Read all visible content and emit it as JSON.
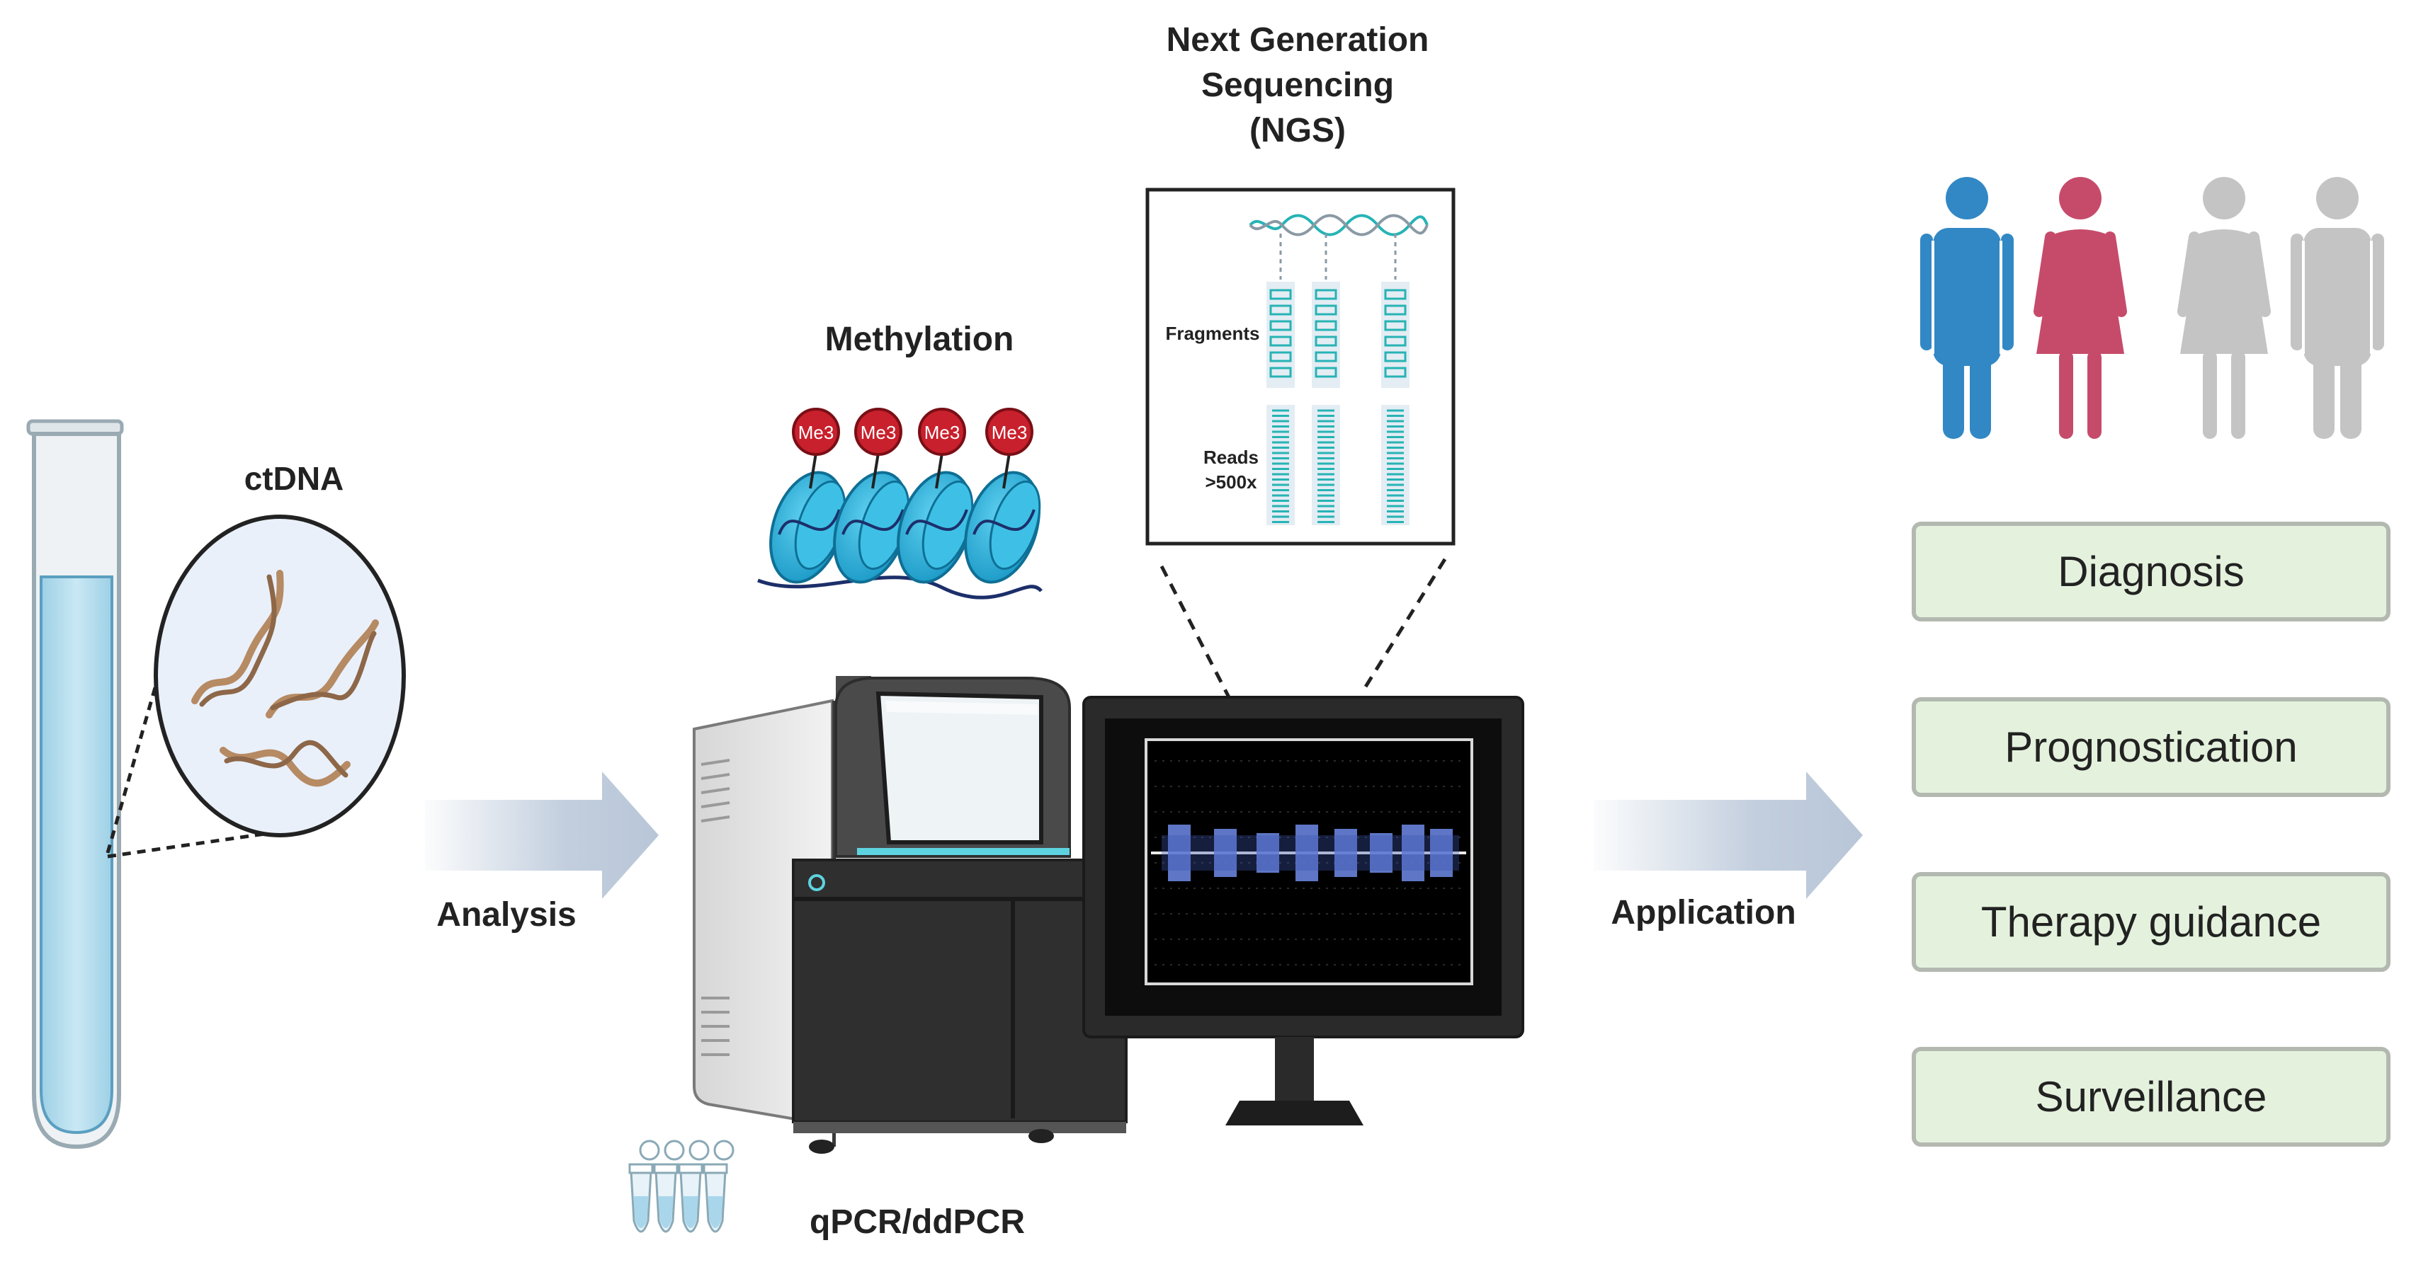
{
  "labels": {
    "ctdna": "ctDNA",
    "methylation": "Methylation",
    "ngs_line1": "Next Generation",
    "ngs_line2": "Sequencing",
    "ngs_line3": "(NGS)",
    "analysis": "Analysis",
    "application": "Application",
    "pcr": "qPCR/ddPCR",
    "fragments": "Fragments",
    "reads_line1": "Reads",
    "reads_line2": ">500x"
  },
  "methyl_tags": [
    "Me3",
    "Me3",
    "Me3",
    "Me3"
  ],
  "applications": [
    {
      "label": "Diagnosis"
    },
    {
      "label": "Prognostication"
    },
    {
      "label": "Therapy guidance"
    },
    {
      "label": "Surveillance"
    }
  ],
  "colors": {
    "tube_liquid": "#bfe2f0",
    "tube_outline": "#9aaab3",
    "arrow": "#b8c6d8",
    "methyl_red": "#c8202c",
    "nucleosome": "#29a9d6",
    "box_fill": "#e4f2dd",
    "box_border": "#b3b9b0",
    "person_blue": "#3288c4",
    "person_pink": "#c64b6a",
    "person_grey": "#c4c4c4",
    "dna_strand": "#b68a63",
    "ngs_teal": "#27b3b5"
  },
  "icons": [
    "test-tube-icon",
    "dna-icon",
    "nucleosome-icon",
    "sequencer-icon",
    "monitor-icon",
    "pcr-tubes-icon",
    "person-icon"
  ]
}
